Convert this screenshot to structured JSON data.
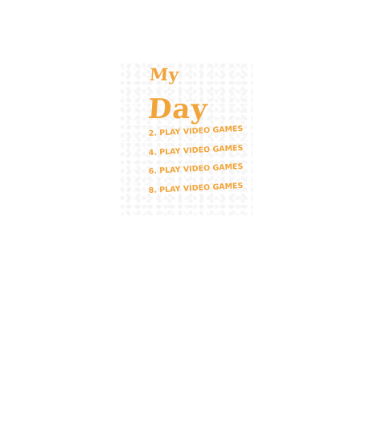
{
  "design": {
    "line1": "My",
    "line3": "Day",
    "items": [
      "2. PLAY VIDEO GAMES",
      "4. PLAY VIDEO GAMES",
      "6. PLAY VIDEO GAMES",
      "8. PLAY VIDEO GAMES"
    ]
  },
  "colors": {
    "accent": "#f0a43a",
    "background": "#ffffff"
  }
}
